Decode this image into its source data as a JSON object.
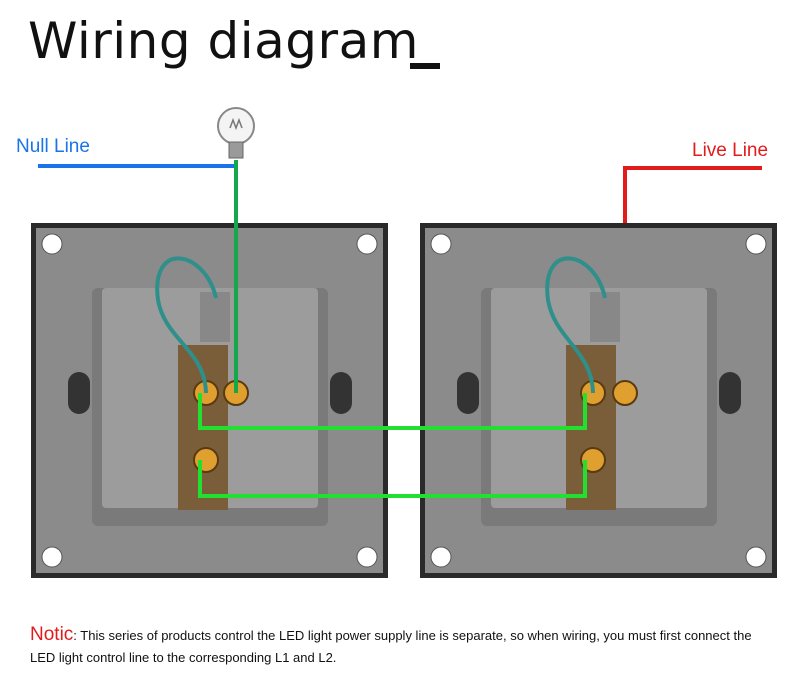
{
  "title": "Wiring diagram",
  "labels": {
    "null_line": "Null Line",
    "live_line": "Live Line"
  },
  "notice": {
    "head": "Notic",
    "body": ": This series of products control the LED light power supply line is separate, so when wiring, you must first connect the LED light control line to the corresponding L1 and L2."
  },
  "colors": {
    "null_line": "#1a73e8",
    "live_line": "#e21b1b",
    "traveler_wire": "#22e030",
    "lamp_wire": "#15a84a",
    "loop_wire": "#2f8f8a",
    "plate_frame": "#2a2a2a",
    "plate_face": "#8b8b8b",
    "module": "#9a9a9a"
  },
  "icons": {
    "lamp": "light-bulb-icon",
    "terminal": "screw-terminal-icon"
  }
}
